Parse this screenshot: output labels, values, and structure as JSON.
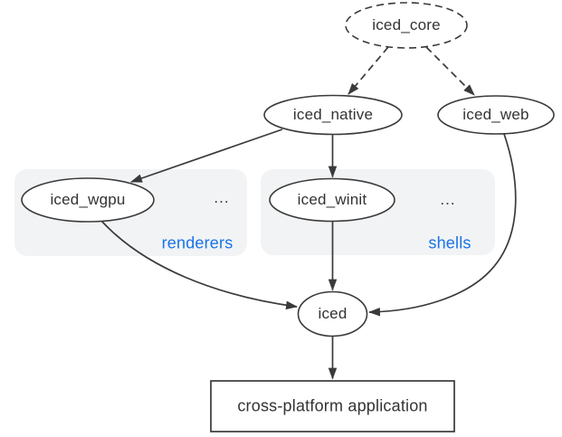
{
  "nodes": {
    "iced_core": "iced_core",
    "iced_native": "iced_native",
    "iced_web": "iced_web",
    "iced_wgpu": "iced_wgpu",
    "iced_winit": "iced_winit",
    "iced": "iced",
    "app": "cross-platform application"
  },
  "groups": {
    "renderers": {
      "label": "renderers",
      "more": "..."
    },
    "shells": {
      "label": "shells",
      "more": "..."
    }
  },
  "edges": [
    {
      "from": "iced_core",
      "to": "iced_native",
      "style": "dashed"
    },
    {
      "from": "iced_core",
      "to": "iced_web",
      "style": "dashed"
    },
    {
      "from": "iced_native",
      "to": "iced_wgpu",
      "style": "solid"
    },
    {
      "from": "iced_native",
      "to": "iced_winit",
      "style": "solid"
    },
    {
      "from": "iced_wgpu",
      "to": "iced",
      "style": "solid"
    },
    {
      "from": "iced_winit",
      "to": "iced",
      "style": "solid"
    },
    {
      "from": "iced_web",
      "to": "iced",
      "style": "solid"
    },
    {
      "from": "iced",
      "to": "app",
      "style": "solid"
    }
  ],
  "colors": {
    "line": "#3a3a3a",
    "text": "#333333",
    "group_label": "#1a73e8",
    "group_bg": "#f1f3f4",
    "node_fill": "#ffffff",
    "background": "#ffffff"
  }
}
